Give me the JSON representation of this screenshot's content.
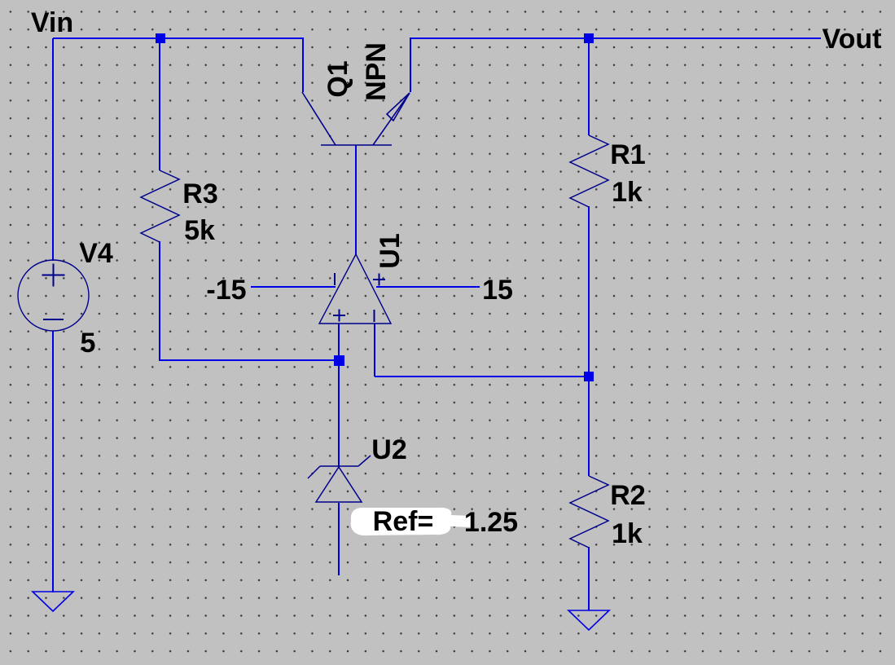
{
  "app": {
    "type": "schematic-capture-canvas"
  },
  "colors": {
    "background": "#c1c1c1",
    "wire": "#0000e6",
    "symbol": "#00008c",
    "junction": "#0000e6",
    "text": "#000000",
    "patch": "#ffffff"
  },
  "nets": {
    "vin": "Vin",
    "vout": "Vout"
  },
  "components": {
    "q1": {
      "designator": "Q1",
      "type": "NPN"
    },
    "u1": {
      "designator": "U1",
      "v_minus": "-15",
      "v_plus": "15"
    },
    "u2": {
      "designator": "U2",
      "ref_label": "Ref=",
      "ref_value": "1.25"
    },
    "v4": {
      "designator": "V4",
      "value": "5"
    },
    "r1": {
      "designator": "R1",
      "value": "1k"
    },
    "r2": {
      "designator": "R2",
      "value": "1k"
    },
    "r3": {
      "designator": "R3",
      "value": "5k"
    }
  }
}
